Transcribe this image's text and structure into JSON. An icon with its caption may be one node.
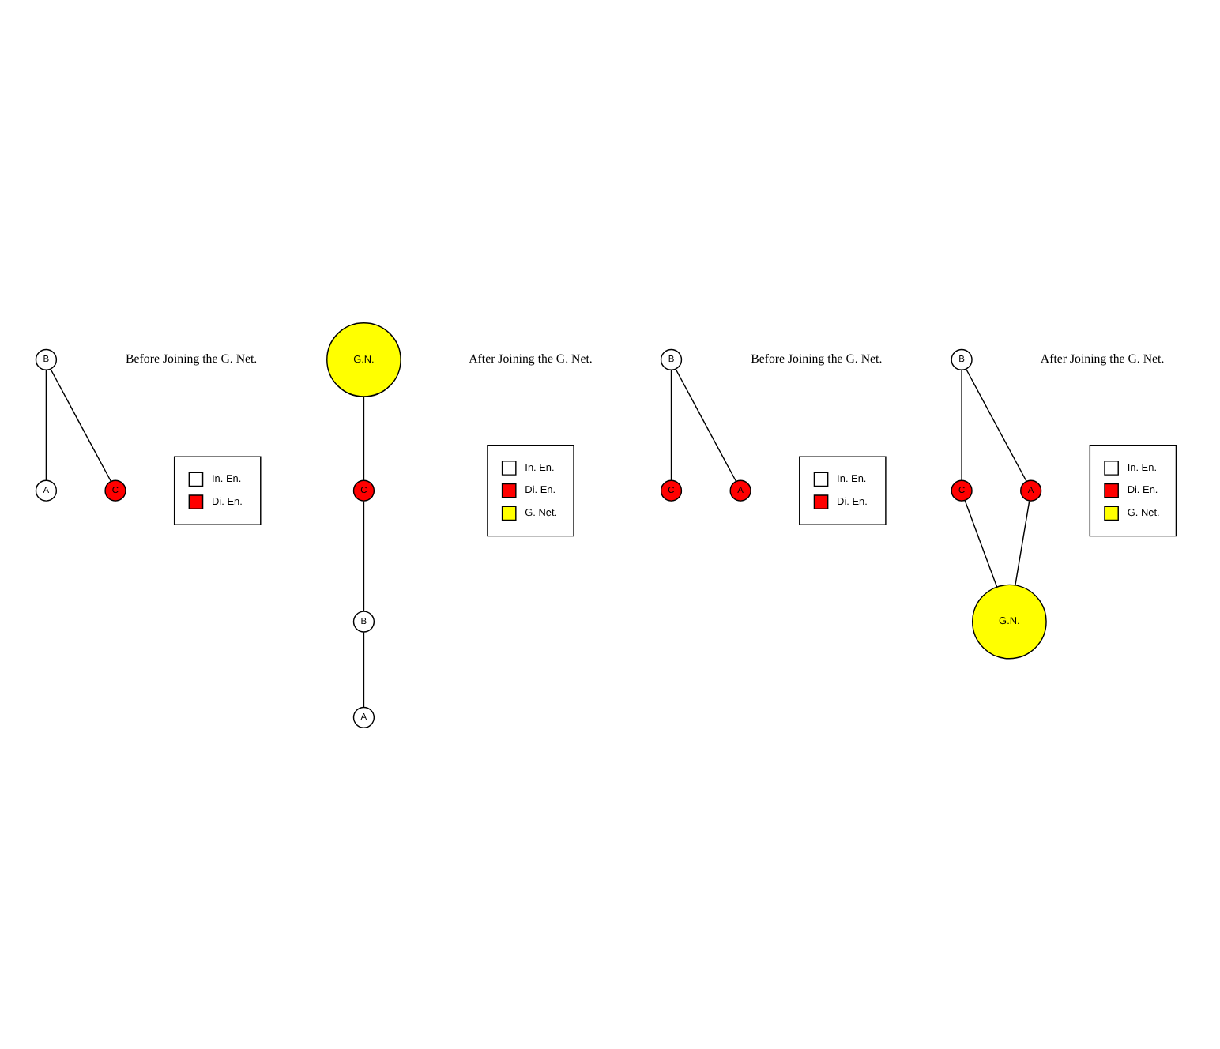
{
  "diagram": {
    "nodes": [
      {
        "text": [
          "B"
        ]
      },
      {
        "text": [
          "A"
        ]
      },
      {
        "text": [
          "C"
        ]
      },
      {
        "text": [
          "G.N."
        ]
      },
      {
        "text": [
          "C"
        ]
      },
      {
        "text": [
          "A"
        ]
      },
      {
        "text": [
          "B"
        ]
      },
      {
        "text": [
          "B"
        ]
      },
      {
        "text": [
          "C"
        ]
      },
      {
        "text": [
          "A"
        ]
      },
      {
        "text": [
          "B"
        ]
      },
      {
        "text": [
          "C"
        ]
      },
      {
        "text": [
          "A"
        ]
      },
      {
        "text": [
          "G.N."
        ]
      }
    ],
    "edges": [
      {
        "from": 0,
        "to": 1,
        "arrow": "none"
      },
      {
        "from": 0,
        "to": 2,
        "arrow": "none"
      },
      {
        "from": 3,
        "to": 4,
        "arrow": "none"
      },
      {
        "from": 4,
        "to": 6,
        "arrow": "none"
      },
      {
        "from": 6,
        "to": 5,
        "arrow": "none"
      },
      {
        "from": 7,
        "to": 8,
        "arrow": "none"
      },
      {
        "from": 7,
        "to": 9,
        "arrow": "none"
      },
      {
        "from": 10,
        "to": 11,
        "arrow": "none"
      },
      {
        "from": 10,
        "to": 12,
        "arrow": "none"
      },
      {
        "from": 11,
        "to": 13,
        "arrow": "none"
      },
      {
        "from": 12,
        "to": 13,
        "arrow": "none"
      }
    ],
    "labels": [
      "Before Joining the G. Net.",
      "After Joining the G. Net.",
      "Before Joining the G. Net.",
      "After Joining the G. Net."
    ],
    "legend": [
      {
        "text": "In. En.",
        "color": "#ffffff"
      },
      {
        "text": "Di. En.",
        "color": "#ff0000"
      },
      {
        "text": "In. En.",
        "color": "#ffffff"
      },
      {
        "text": "Di. En.",
        "color": "#ff0000"
      },
      {
        "text": "G. Net.",
        "color": "#ffff00"
      },
      {
        "text": "In. En.",
        "color": "#ffffff"
      },
      {
        "text": "Di. En.",
        "color": "#ff0000"
      },
      {
        "text": "In. En.",
        "color": "#ffffff"
      },
      {
        "text": "Di. En.",
        "color": "#ff0000"
      },
      {
        "text": "G. Net.",
        "color": "#ffff00"
      }
    ]
  }
}
